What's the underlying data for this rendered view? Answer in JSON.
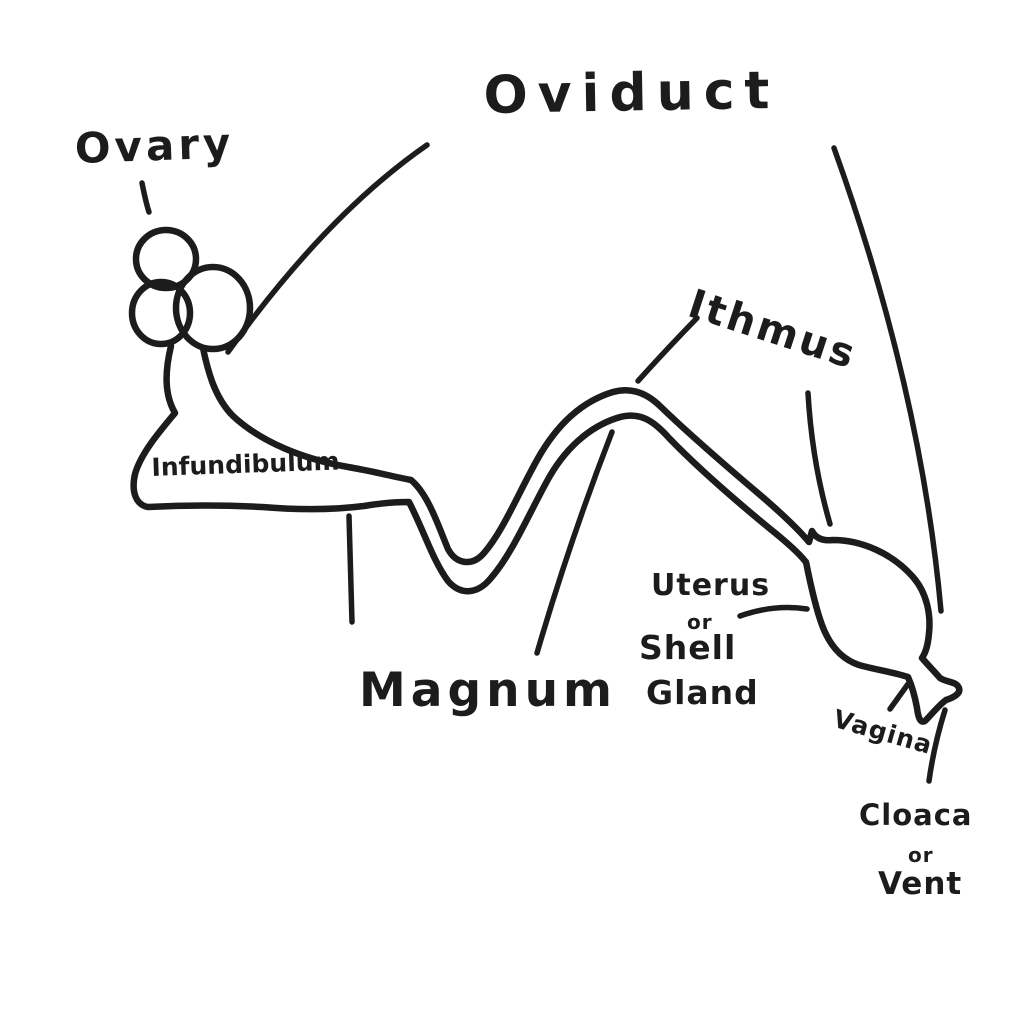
{
  "canvas": {
    "background": "#ffffff",
    "ink": "#1c1c1c"
  },
  "title": "Oviduct",
  "labels": {
    "ovary": "Ovary",
    "infundibulum": "Infundibulum",
    "magnum": "Magnum",
    "isthmus": "Ithmus",
    "uterus": {
      "line1": "Uterus",
      "line2": "or",
      "line3": "Shell",
      "line4": "Gland"
    },
    "vagina": "Vagina",
    "cloaca": {
      "line1": "Cloaca",
      "line2": "or",
      "line3": "Vent"
    }
  }
}
